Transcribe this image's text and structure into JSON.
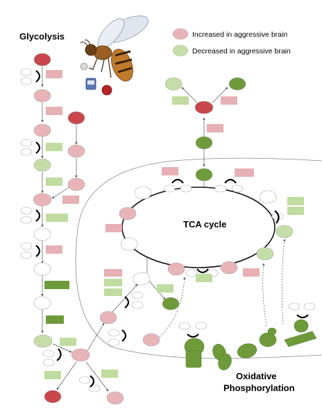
{
  "titles": {
    "glycolysis": "Glycolysis",
    "tca": "TCA cycle",
    "oxphos_line1": "Oxidative",
    "oxphos_line2": "Phosphorylation"
  },
  "legend": {
    "increased": "Increased in aggressive brain",
    "decreased": "Decreased in aggressive brain"
  },
  "colors": {
    "increased_metabolite": "#e8b4b8",
    "decreased_metabolite": "#c5dea8",
    "increased_enzyme": "#e6b0b4",
    "decreased_enzyme": "#c0dca0",
    "strong_increase": "#c9474c",
    "strong_decrease": "#6e9a3a",
    "outline": "#999999"
  },
  "icons": {
    "bee": "bee-illustration",
    "cofactor": "cofactor-arc-icon",
    "complex": "respiratory-complex-icon"
  }
}
